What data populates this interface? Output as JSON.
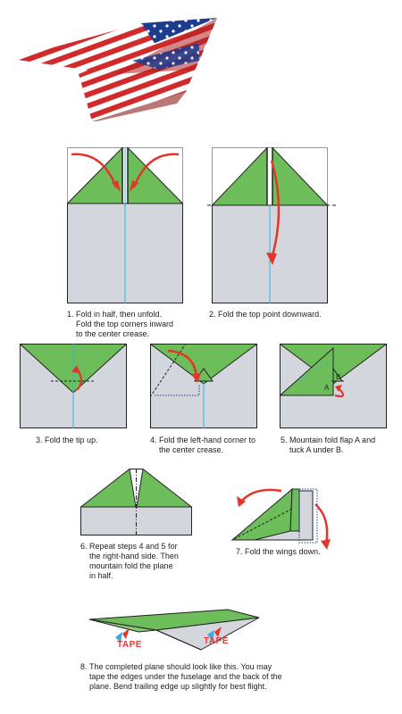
{
  "colors": {
    "green": "#6dbd5a",
    "grey": "#d3d6dc",
    "red": "#e2362b",
    "blue_crease": "#36b3d9",
    "navy": "#1d3c8f",
    "flag_red": "#d12a2a",
    "tape_blue": "#3ea9e0"
  },
  "steps": [
    {
      "number": "1.",
      "text": "Fold in half, then unfold.\nFold the top corners inward\nto the center crease."
    },
    {
      "number": "2.",
      "text": "Fold the top point downward."
    },
    {
      "number": "3.",
      "text": "Fold the tip up."
    },
    {
      "number": "4.",
      "text": "Fold the left-hand corner to\nthe center crease."
    },
    {
      "number": "5.",
      "text": "Mountain fold flap A and\ntuck A under B."
    },
    {
      "number": "6.",
      "text": "Repeat steps 4 and 5 for\nthe right-hand side. Then\nmountain fold the plane\nin half."
    },
    {
      "number": "7.",
      "text": "Fold the wings down."
    },
    {
      "number": "8.",
      "text": "The completed plane should look like this. You may\ntape the edges under the fuselage and the back of the\nplane. Bend trailing edge up slightly for best flight."
    }
  ],
  "labels": {
    "flap_a": "A",
    "flap_b": "B",
    "tape_left": "TAPE",
    "tape_right": "TAPE"
  },
  "icons": [
    "flag-plane-illustration",
    "fold-arrow-icon",
    "tape-arrow-icon"
  ]
}
